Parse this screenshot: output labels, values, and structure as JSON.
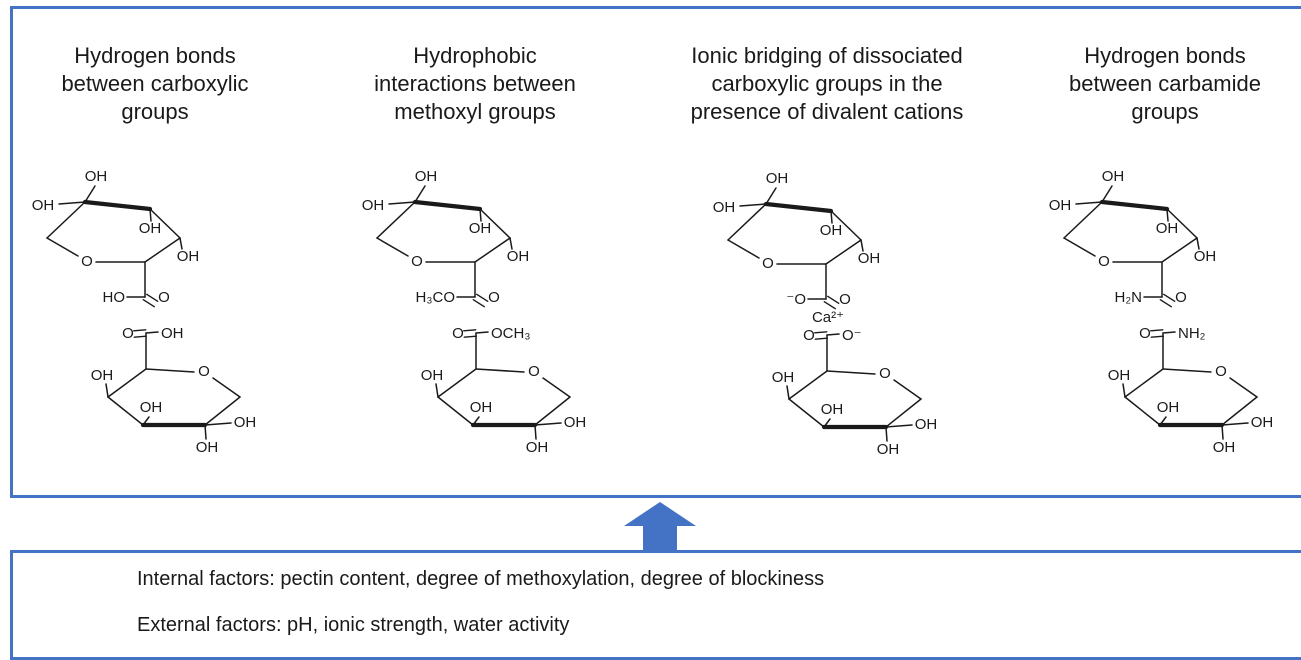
{
  "interactions": [
    {
      "heading": [
        "Hydrogen bonds",
        "between carboxylic",
        "groups"
      ],
      "top_ring": {
        "c6_left": "HO",
        "c6_right": "O"
      },
      "bottom_ring": {
        "c6_left": "O",
        "c6_right": "OH"
      }
    },
    {
      "heading": [
        "Hydrophobic",
        "interactions between",
        "methoxyl groups"
      ],
      "top_ring": {
        "c6_left": "H₃CO",
        "c6_right": "O"
      },
      "bottom_ring": {
        "c6_left": "O",
        "c6_right": "OCH₃"
      }
    },
    {
      "heading": [
        "Ionic bridging of dissociated",
        "carboxylic groups in the",
        "presence of divalent cations"
      ],
      "top_ring": {
        "c6_left": "⁻O",
        "c6_right": "O"
      },
      "bottom_ring": {
        "c6_left": "O",
        "c6_right": "O⁻"
      },
      "cation": "Ca²⁺"
    },
    {
      "heading": [
        "Hydrogen bonds",
        "between carbamide",
        "groups"
      ],
      "top_ring": {
        "c6_left": "H₂N",
        "c6_right": "O"
      },
      "bottom_ring": {
        "c6_left": "O",
        "c6_right": "NH₂"
      }
    }
  ],
  "ring_labels": {
    "hydroxyl": "OH",
    "ring_oxygen": "O"
  },
  "factors": {
    "internal": "Internal factors: pectin content, degree of methoxylation, degree of blockiness",
    "external": "External factors:  pH, ionic strength, water activity"
  },
  "colors": {
    "border": "#4472c4",
    "arrow": "#4472c4",
    "bond": "#1a1a1a"
  }
}
